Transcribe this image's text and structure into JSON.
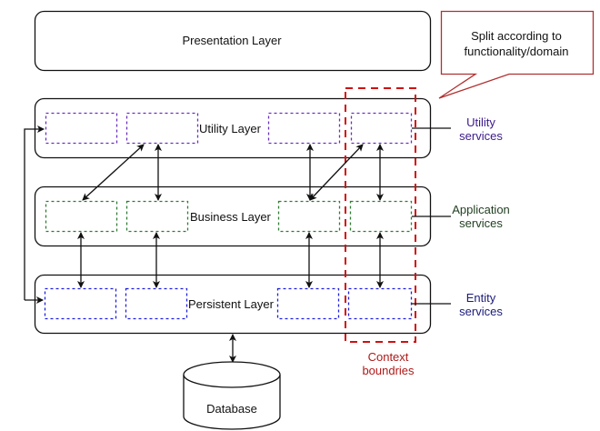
{
  "layers": {
    "presentation": {
      "label": "Presentation Layer"
    },
    "utility": {
      "label": "Utility Layer",
      "component_color": "#6a2fc0",
      "component_count": 4
    },
    "business": {
      "label": "Business Layer",
      "component_color": "#2e7d32",
      "component_count": 4
    },
    "persistent": {
      "label": "Persistent Layer",
      "component_color": "#1f1fe0",
      "component_count": 4
    }
  },
  "service_labels": {
    "utility": {
      "line1": "Utility",
      "line2": "services",
      "color": "#3b1a8a"
    },
    "application": {
      "line1": "Application",
      "line2": "services",
      "color": "#1f3d1f"
    },
    "entity": {
      "line1": "Entity",
      "line2": "services",
      "color": "#1a1a7a"
    }
  },
  "callout": {
    "line1": "Split according to",
    "line2": "functionality/domain",
    "border_color": "#b03030"
  },
  "context_boundary": {
    "line1": "Context",
    "line2": "boundries",
    "color": "#b01818"
  },
  "database": {
    "label": "Database"
  },
  "colors": {
    "line": "#111111",
    "boundary": "#d01010"
  }
}
